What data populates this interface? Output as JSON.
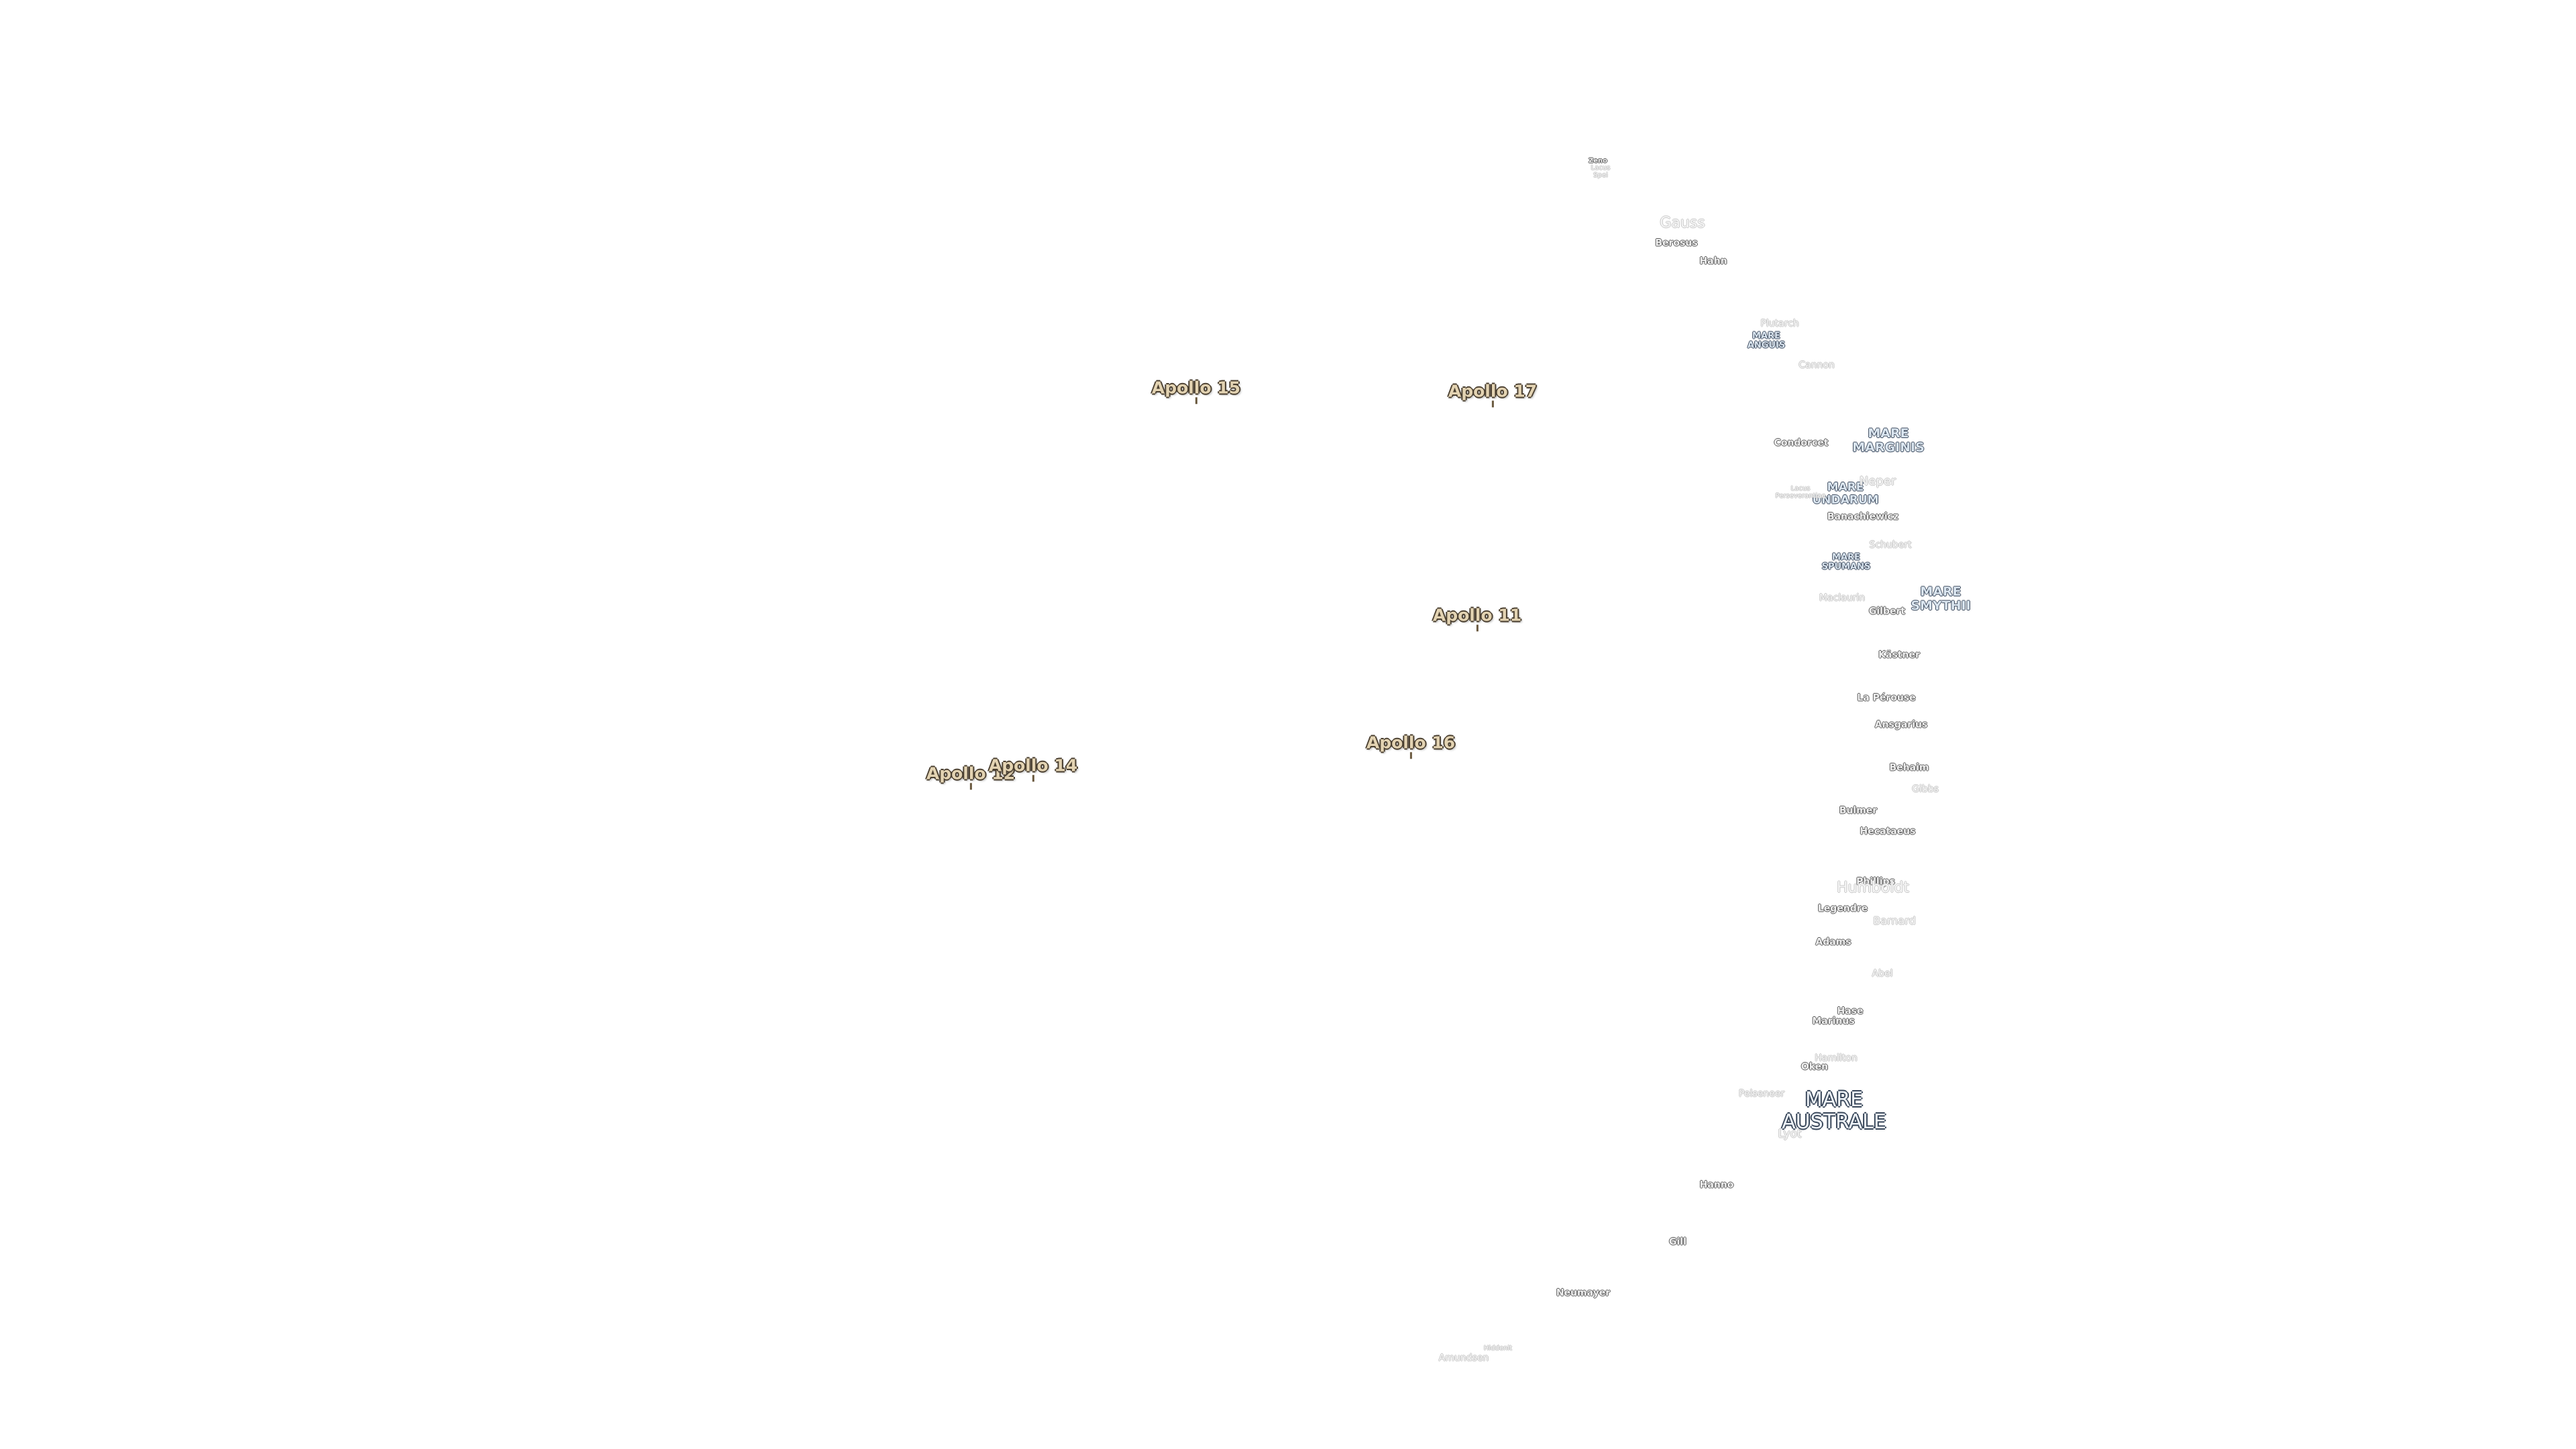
{
  "apollo_sites": [
    "Apollo 15",
    "Apollo 17",
    "Apollo 11",
    "Apollo 16",
    "Apollo 12",
    "Apollo 14"
  ],
  "maria": [
    "MARE MARGINIS",
    "MARE UNDARUM",
    "MARE SPUMANS",
    "MARE SMYTHII",
    "MARE ANGUIS",
    "MARE AUSTRALE"
  ],
  "craters": [
    "Zeno",
    "Lacus Spei",
    "Gauss",
    "Berosus",
    "Hahn",
    "Plutarch",
    "Cannon",
    "Condorcet",
    "Neper",
    "Lacus Perseverantiae",
    "Banachiewicz",
    "Schubert",
    "Maclaurin",
    "Gilbert",
    "Kästner",
    "La Pérouse",
    "Ansgarius",
    "Behaim",
    "Gibbs",
    "Bulmer",
    "Hecataeus",
    "Phillips",
    "Humboldt",
    "Legendre",
    "Barnard",
    "Adams",
    "Abel",
    "Marinus",
    "Hase",
    "Hamilton",
    "Oken",
    "Pelseneer",
    "Lyot",
    "Hanno",
    "Gill",
    "Neumayer",
    "Hiddenit",
    "Amundsen"
  ]
}
